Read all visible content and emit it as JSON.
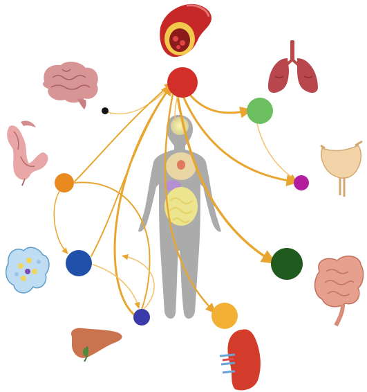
{
  "diagram": {
    "colors": {
      "arrow": "#E8A630",
      "arrow_light": "#F1C36A",
      "body": "#9A9A9A",
      "hub": "#D32F2A",
      "lungs_node": "#6CBF5E",
      "bladder_node": "#B21E9E",
      "intestine_node": "#1F5A1F",
      "kidney_node": "#F2B035",
      "liver_node": "#3A3AA8",
      "pancreas_node": "#2050A8",
      "colon_node": "#E88A1E",
      "brain_node": "#111111"
    },
    "organs": [
      {
        "name": "blood-vessel",
        "icon": "artery-icon"
      },
      {
        "name": "lungs",
        "icon": "lungs-icon"
      },
      {
        "name": "brain",
        "icon": "brain-icon"
      },
      {
        "name": "colon",
        "icon": "colon-icon"
      },
      {
        "name": "bladder",
        "icon": "bladder-icon"
      },
      {
        "name": "pancreas",
        "icon": "pancreas-icon"
      },
      {
        "name": "small-intestine",
        "icon": "intestine-icon"
      },
      {
        "name": "liver",
        "icon": "liver-icon"
      },
      {
        "name": "kidney",
        "icon": "kidney-icon"
      }
    ],
    "nodes": [
      {
        "name": "hub-node",
        "color_key": "hub"
      },
      {
        "name": "lungs-node",
        "color_key": "lungs_node"
      },
      {
        "name": "bladder-node",
        "color_key": "bladder_node"
      },
      {
        "name": "intestine-node",
        "color_key": "intestine_node"
      },
      {
        "name": "kidney-node",
        "color_key": "kidney_node"
      },
      {
        "name": "liver-node",
        "color_key": "liver_node"
      },
      {
        "name": "pancreas-node",
        "color_key": "pancreas_node"
      },
      {
        "name": "colon-node",
        "color_key": "colon_node"
      },
      {
        "name": "brain-node",
        "color_key": "brain_node"
      }
    ]
  }
}
